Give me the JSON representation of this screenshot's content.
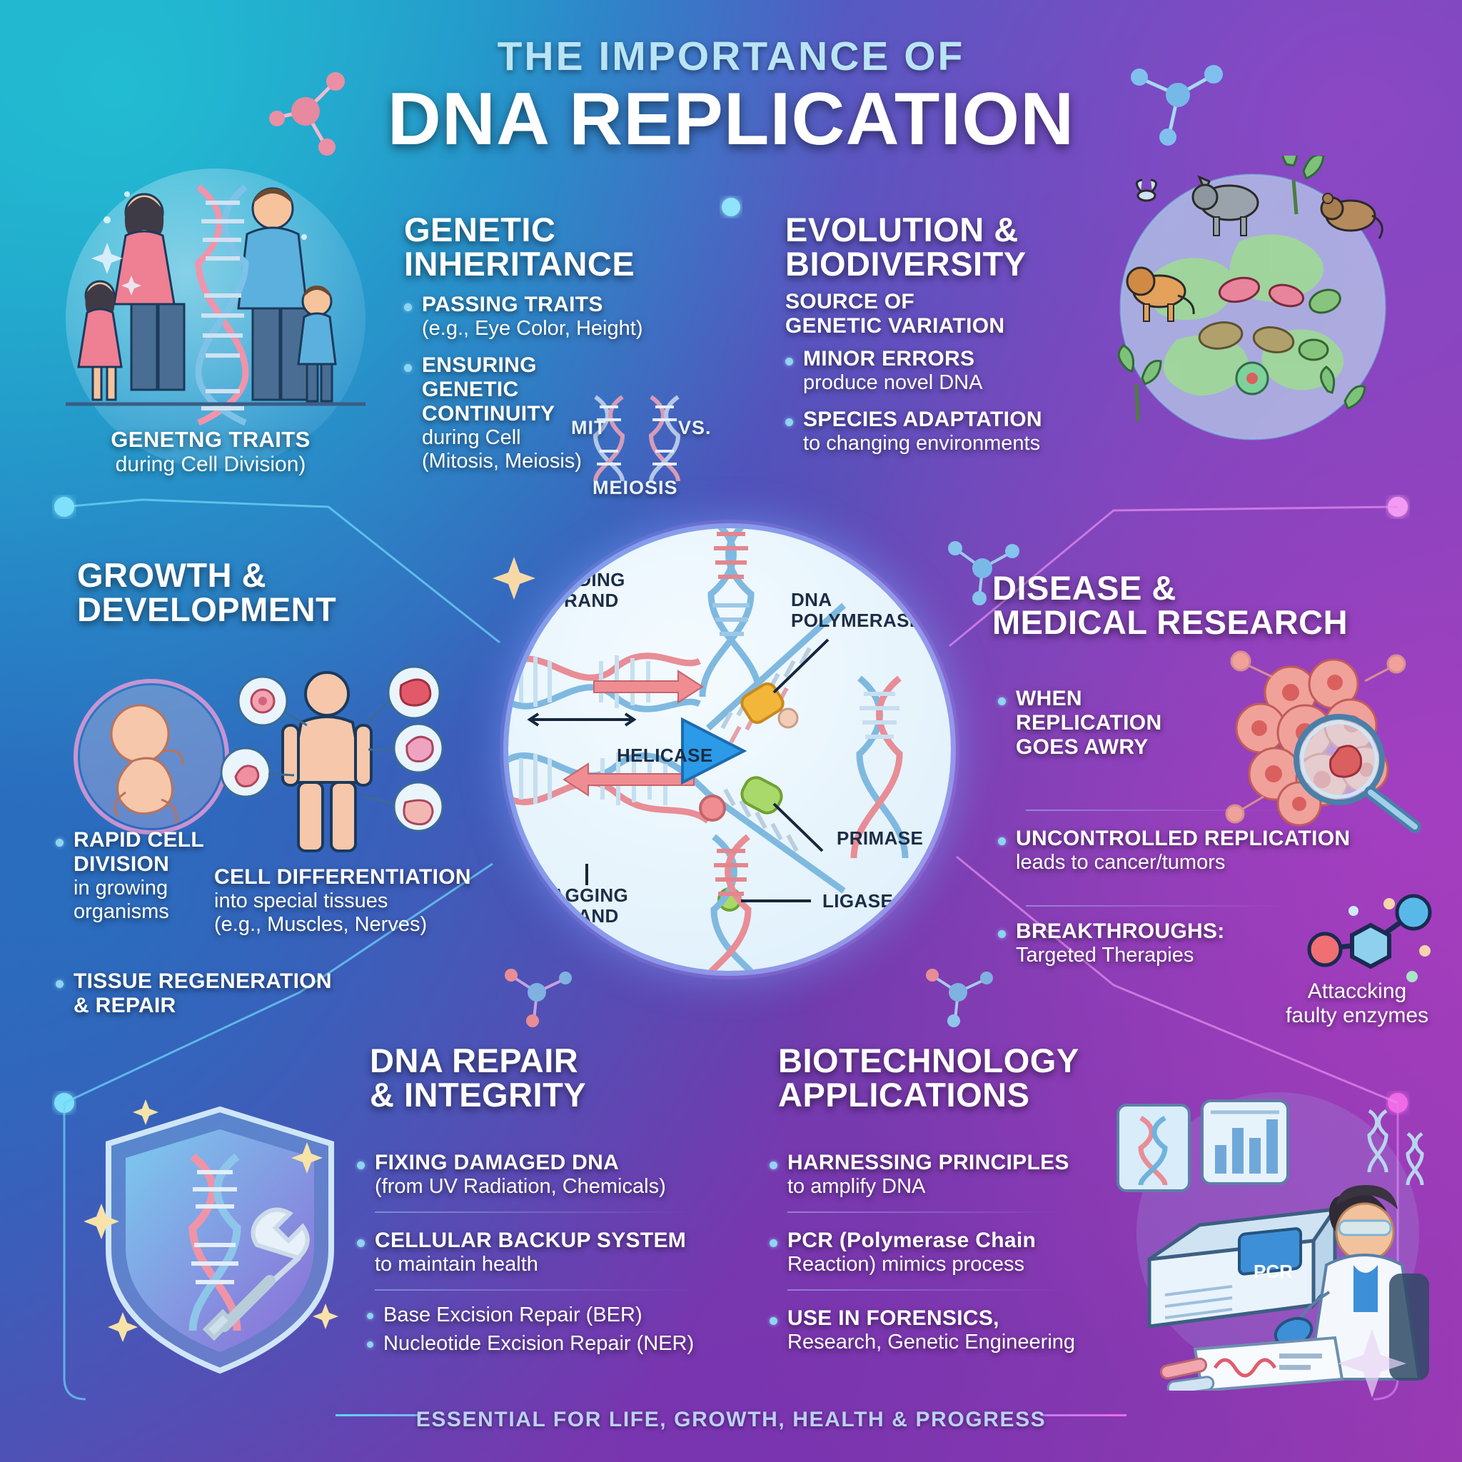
{
  "header": {
    "pre_title": "THE IMPORTANCE OF",
    "title": "DNA REPLICATION"
  },
  "footer": {
    "text": "ESSENTIAL FOR LIFE, GROWTH, HEALTH & PROGRESS"
  },
  "center": {
    "labels": {
      "leading_strand": "LEADING\nSTRAND",
      "lagging_strand": "LAGGING\nSTRAND",
      "helicase": "HELICASE",
      "dna_polymerase": "DNA\nPOLYMERASE",
      "primase": "PRIMASE",
      "ligase": "LIGASE"
    }
  },
  "sections": {
    "genetic_inheritance": {
      "title": "GENETIC\nINHERITANCE",
      "bullets": [
        {
          "strong": "PASSING TRAITS",
          "sub": "(e.g., Eye Color, Height)"
        },
        {
          "strong": "ENSURING\nGENETIC\nCONTINUITY",
          "sub": "during Cell\n(Mitosis, Meiosis)"
        }
      ],
      "illustration_caption": {
        "strong": "GENETNG TRAITS",
        "sub": "during Cell Division)"
      },
      "mitosis_meiosis": {
        "left": "MIT",
        "vs": "VS.",
        "bottom": "MEIOSIS"
      }
    },
    "evolution_biodiversity": {
      "title": "EVOLUTION &\nBIODIVERSITY",
      "bullets": [
        {
          "strong": "SOURCE OF\nGENETIC VARIATION",
          "sub": ""
        },
        {
          "strong": "MINOR ERRORS",
          "sub": "produce novel DNA"
        },
        {
          "strong": "SPECIES ADAPTATION",
          "sub": "to changing environments"
        }
      ]
    },
    "growth_development": {
      "title": "GROWTH &\nDEVELOPMENT",
      "bullets": [
        {
          "strong": "RAPID CELL\nDIVISION",
          "sub": "in growing\norganisms"
        },
        {
          "strong": "TISSUE REGENERATION\n& REPAIR",
          "sub": ""
        }
      ],
      "side_note": {
        "strong": "CELL DIFFERENTIATION",
        "sub": "into special tissues\n(e.g., Muscles, Nerves)"
      }
    },
    "disease_medical_research": {
      "title": "DISEASE &\nMEDICAL RESEARCH",
      "bullets": [
        {
          "strong": "WHEN\nREPLICATION\nGOES AWRY",
          "sub": ""
        },
        {
          "strong": "UNCONTROLLED REPLICATION",
          "sub": "leads to cancer/tumors"
        },
        {
          "strong": "BREAKTHROUGHS:",
          "sub": "Targeted Therapies"
        }
      ],
      "molecule_caption": "Attaccking\nfaulty enzymes"
    },
    "dna_repair_integrity": {
      "title": "DNA REPAIR\n& INTEGRITY",
      "bullets": [
        {
          "strong": "FIXING DAMAGED DNA",
          "sub": "(from UV Radiation, Chemicals)"
        },
        {
          "strong": "CELLULAR BACKUP SYSTEM",
          "sub": "to maintain health"
        }
      ],
      "sub_bullets": [
        "Base Excision Repair (BER)",
        "Nucleotide Excision Repair (NER)"
      ]
    },
    "biotechnology_applications": {
      "title": "BIOTECHNOLOGY\nAPPLICATIONS",
      "bullets": [
        {
          "strong": "HARNESSING PRINCIPLES",
          "sub": "to amplify DNA"
        },
        {
          "strong": "PCR (Polymerase Chain",
          "sub": "Reaction) mimics process"
        },
        {
          "strong": "USE IN FORENSICS,",
          "sub": "Research, Genetic Engineering"
        }
      ],
      "device_label": "PCR"
    }
  },
  "colors": {
    "accent_cyan": "#5ad7f5",
    "accent_magenta": "#e85ce8",
    "bullet_dot": "#8fd4f2",
    "title_white": "#ffffff",
    "pre_title_blue": "#b9e4f5",
    "footer_text": "#bcd0f5"
  }
}
